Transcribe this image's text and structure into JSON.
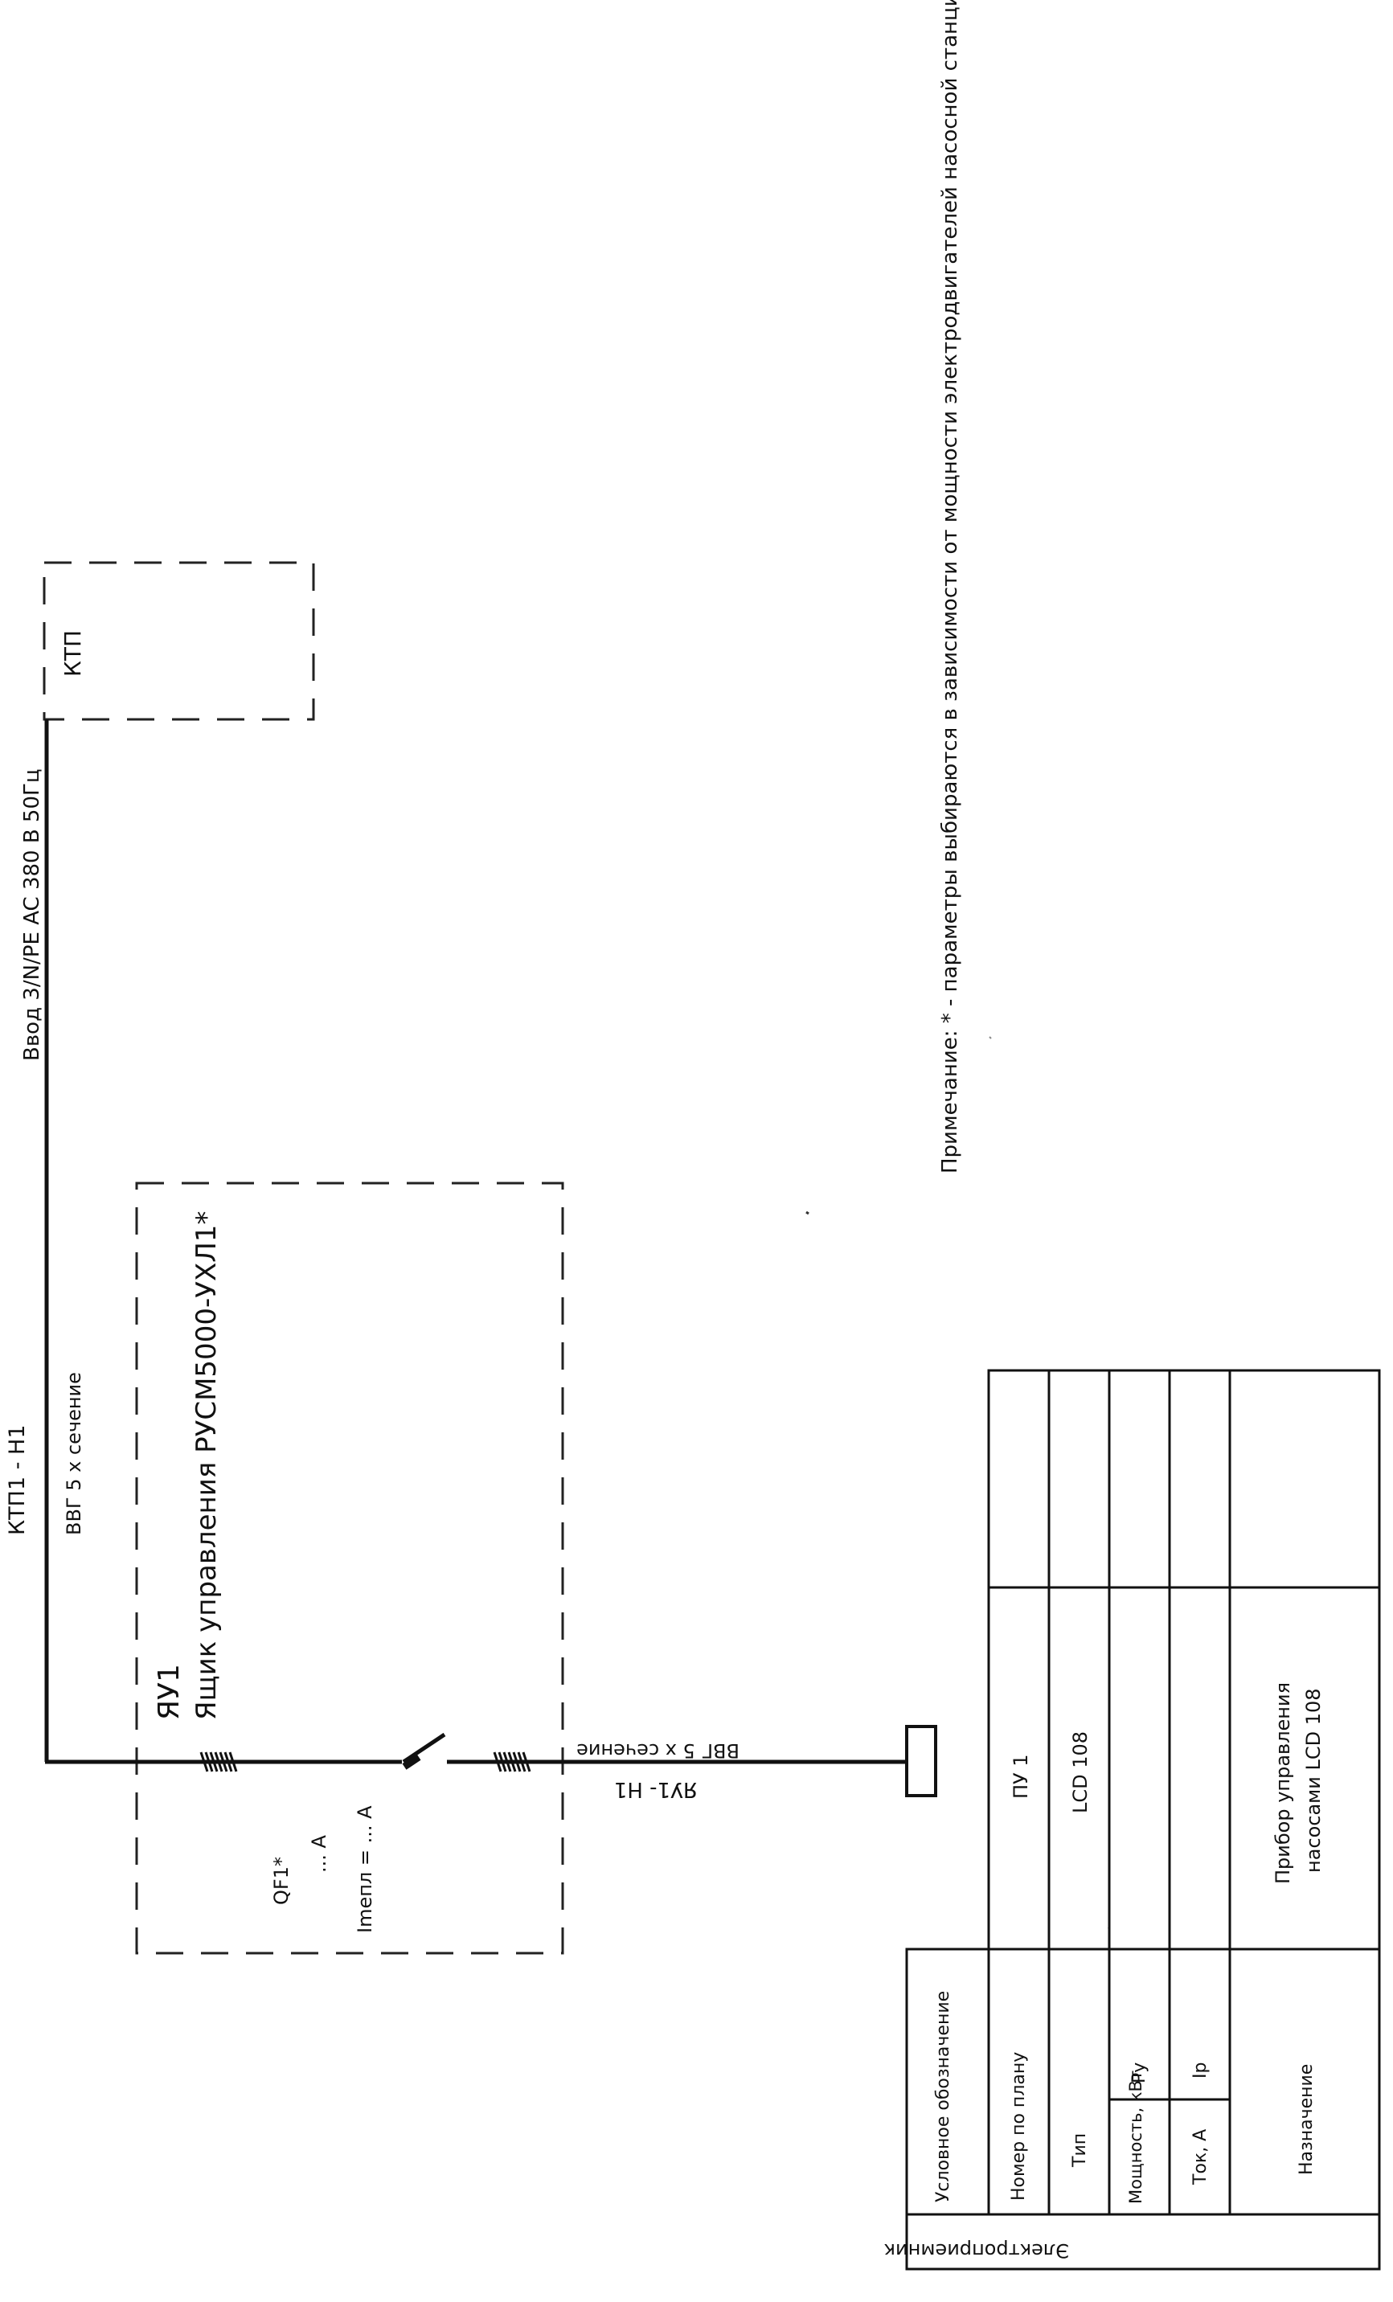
{
  "input": {
    "line_label": "Ввод 3/N/PE AC 380 В 50Гц",
    "source_label": "КТП"
  },
  "feeder_top": {
    "cable_id": "КТП1 - Н1",
    "cable_type": "ВВГ 5 х сечение"
  },
  "control_box": {
    "id": "ЯУ1",
    "name": "Ящик управления РУСМ5000-УХЛ1*",
    "breaker_id": "QF1*",
    "breaker_current": "... А",
    "breaker_setting": "Imепл = ... А"
  },
  "feeder_out": {
    "cable_id": "ЯУ1- Н1",
    "cable_type": "ВВГ 5 х сечение"
  },
  "note": "Примечание: * - параметры выбираются в зависимости от мощности электродвигателей насосной станции",
  "table": {
    "group_header": "Электроприемник",
    "headers": {
      "symbol": "Условное обозначение",
      "plan_number": "Номер по плану",
      "type": "Тип",
      "power": "Мощность, кВт",
      "power_sub": "Ру",
      "current": "Ток, А",
      "current_sub": "Iр",
      "purpose": "Назначение"
    },
    "rows": [
      {
        "plan_number": "ПУ 1",
        "type": "LCD 108",
        "power": "",
        "current": "",
        "purpose_line1": "Прибор управления",
        "purpose_line2": "насосами LCD 108"
      }
    ]
  }
}
